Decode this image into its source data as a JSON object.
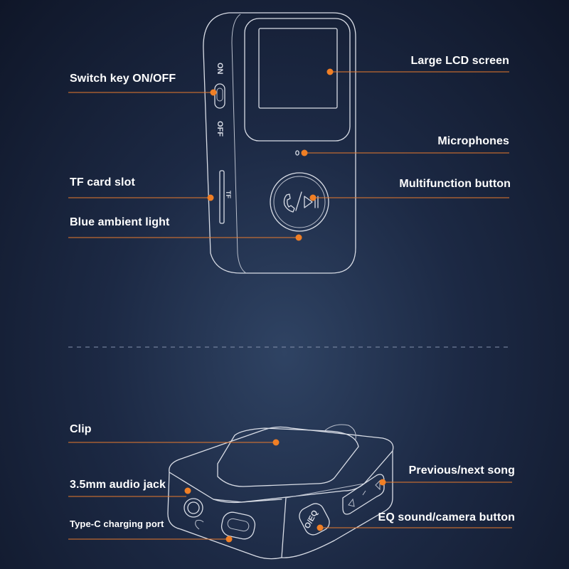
{
  "callouts": {
    "lcd_screen": "Large LCD screen",
    "switch_key": "Switch key ON/OFF",
    "microphones": "Microphones",
    "tf_slot": "TF card slot",
    "multifunction": "Multifunction button",
    "ambient_light": "Blue ambient light",
    "clip": "Clip",
    "audio_jack": "3.5mm audio jack",
    "prev_next": "Previous/next song",
    "type_c": "Type-C charging port",
    "eq_camera": "EQ sound/camera button"
  },
  "device_marks": {
    "on": "ON",
    "off": "OFF",
    "tf": "TF"
  },
  "colors": {
    "accent": "#f07f25",
    "label_text": "#ffffff",
    "background": "#1c2944"
  }
}
